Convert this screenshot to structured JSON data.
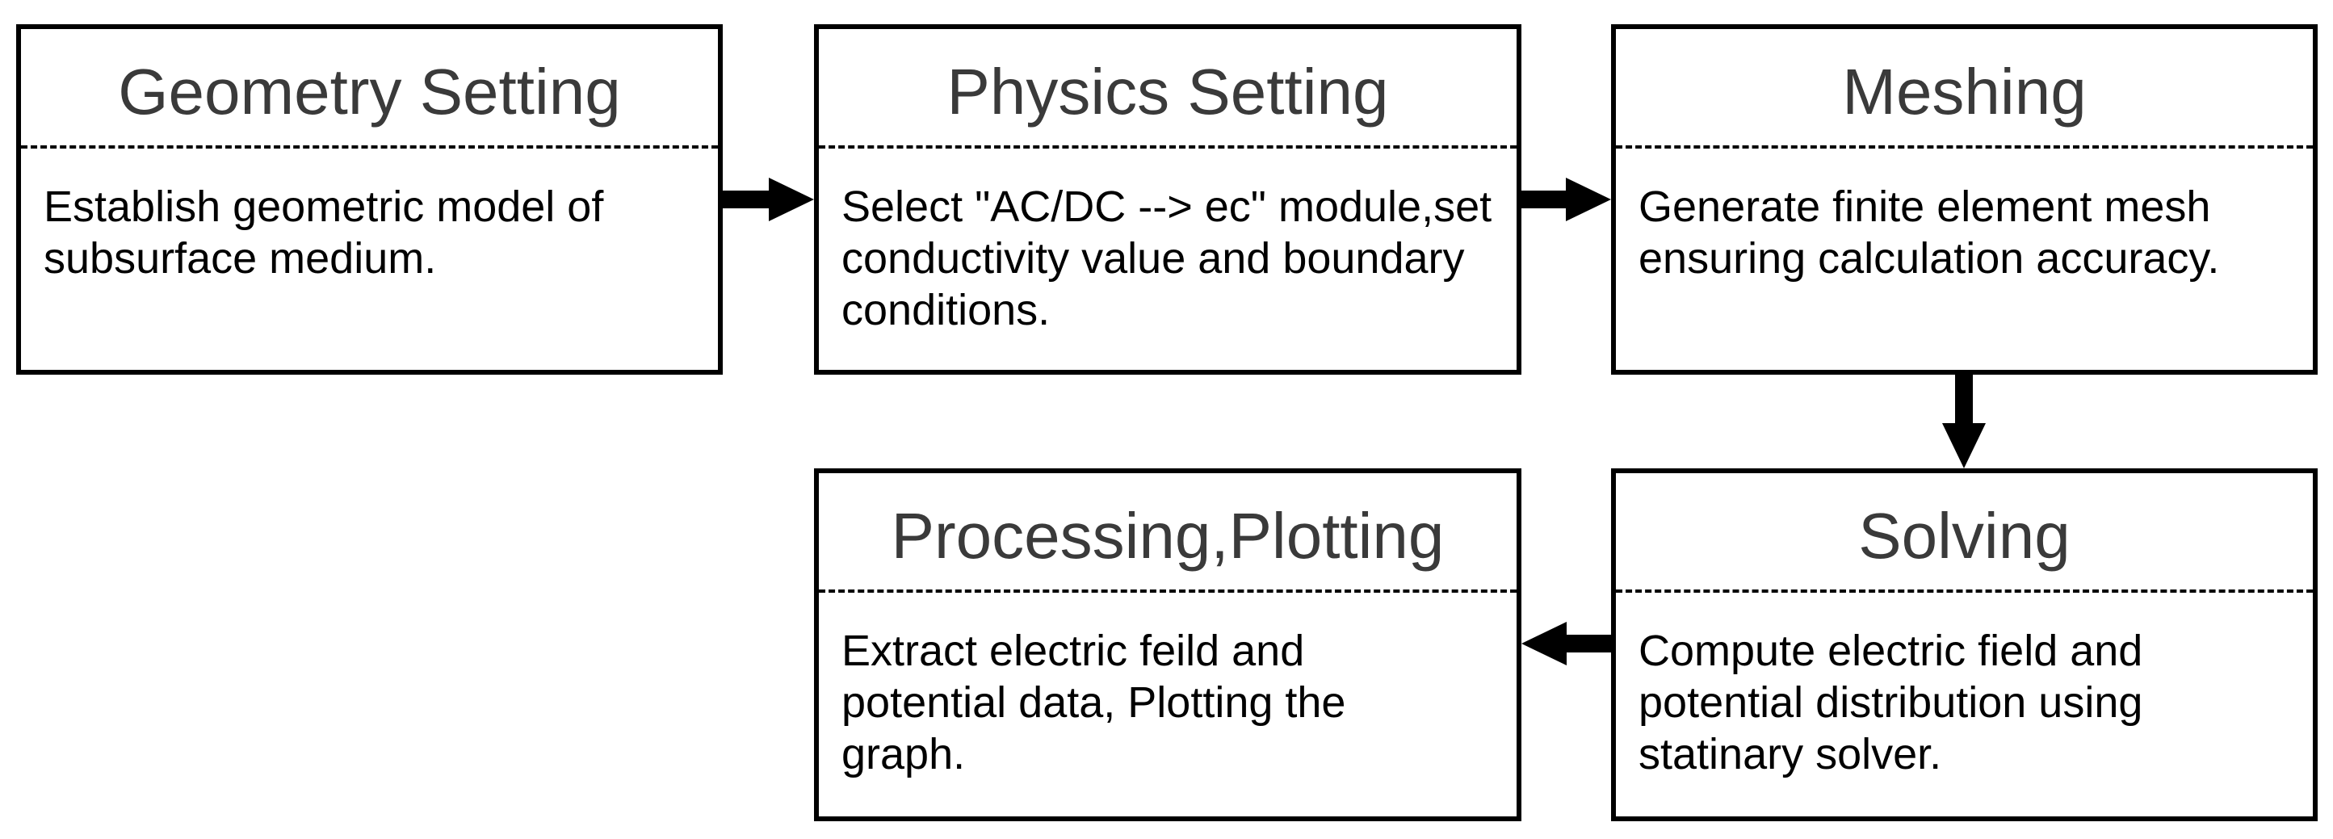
{
  "steps": {
    "geometry": {
      "title": "Geometry Setting",
      "description": "Establish geometric model of subsurface medium."
    },
    "physics": {
      "title": "Physics Setting",
      "description": "Select \"AC/DC --> ec\" module,set conductivity value and boundary conditions."
    },
    "meshing": {
      "title": "Meshing",
      "description": "Generate finite element mesh ensuring calculation accuracy."
    },
    "solving": {
      "title": "Solving",
      "description": "Compute electric field and potential distribution using statinary solver."
    },
    "processing": {
      "title": "Processing,Plotting",
      "description": "Extract electric feild and potential data, Plotting the graph."
    }
  },
  "colors": {
    "border": "#000000",
    "title_text": "#3a3a3a",
    "body_text": "#000000",
    "arrow": "#000000"
  }
}
